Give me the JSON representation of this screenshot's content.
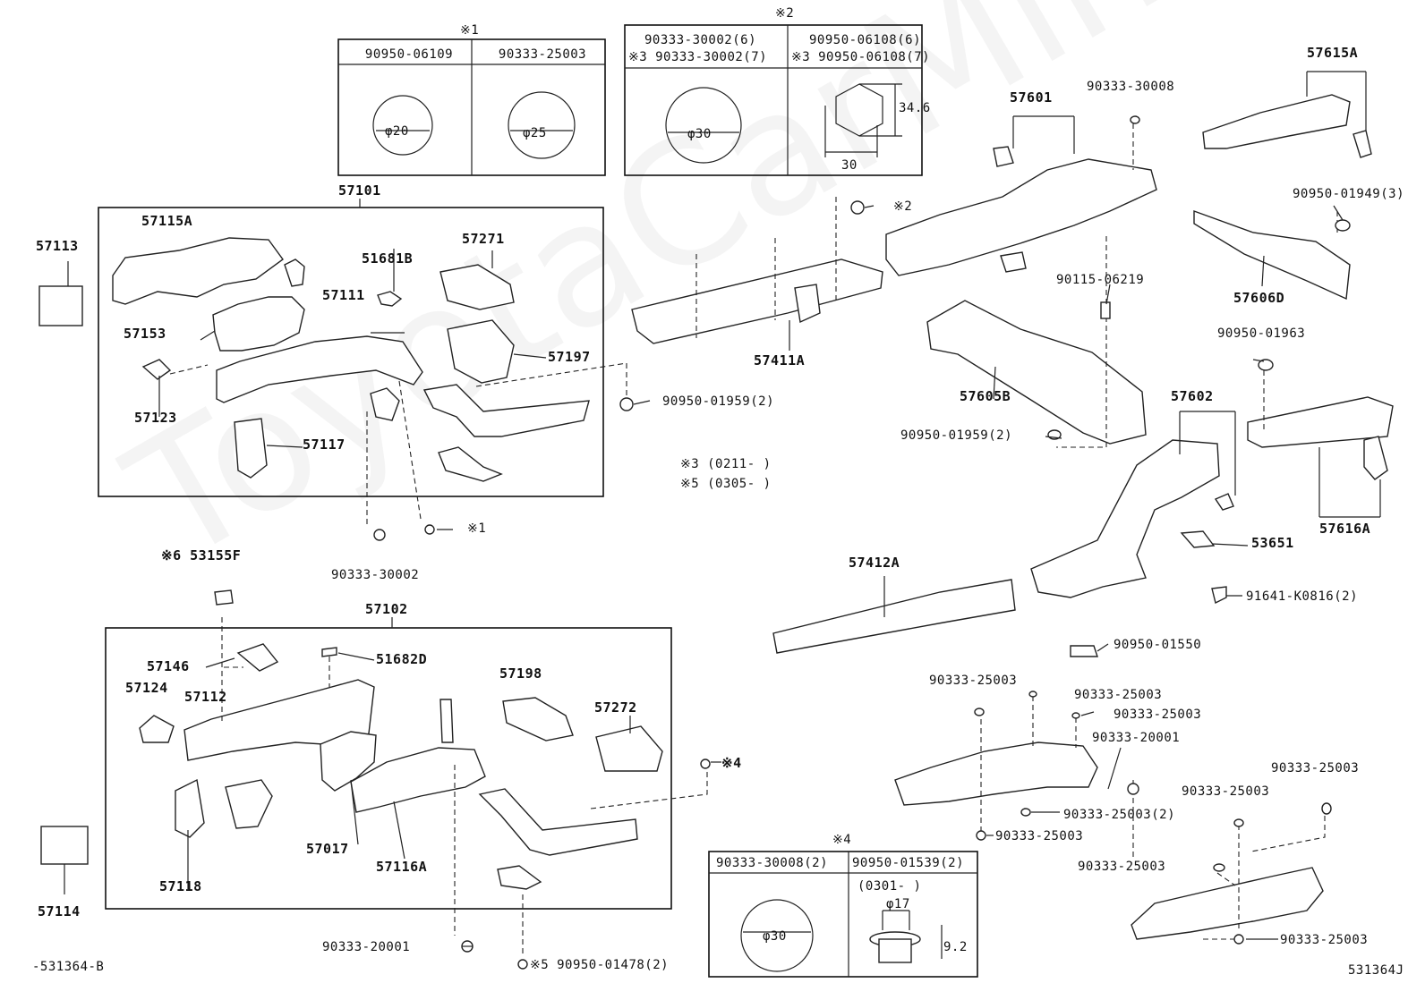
{
  "watermark": "ToyotaCarMine.ru",
  "tables": {
    "t1": {
      "mark": "※1",
      "col1": "90950-06109",
      "col2": "90333-25003",
      "dim1": "φ20",
      "dim2": "φ25"
    },
    "t2": {
      "mark": "※2",
      "col1a": "90333-30002(6)",
      "col1b": "※3 90333-30002(7)",
      "col2a": "90950-06108(6)",
      "col2b": "※3 90950-06108(7)",
      "dim1": "φ30",
      "dim_h": "34.6",
      "dim_w": "30"
    },
    "t4": {
      "mark": "※4",
      "col1": "90333-30008(2)",
      "col2": "90950-01539(2)",
      "note": "(0301-        )",
      "dim1": "φ30",
      "dim2": "φ17",
      "dim3": "9.2"
    }
  },
  "notes": {
    "n3": "※3  (0211-        )",
    "n5": "※5  (0305-        )"
  },
  "labels": {
    "p57101": "57101",
    "p57102": "57102",
    "p57113": "57113",
    "p57114": "57114",
    "p57115A": "57115A",
    "p57153": "57153",
    "p57123": "57123",
    "p57117": "57117",
    "p51681B": "51681B",
    "p57111": "57111",
    "p57271": "57271",
    "p57197": "57197",
    "p90333_30002": "90333-30002",
    "p_x1": "※1",
    "p_x2": "※2",
    "p53155F": "※6 53155F",
    "p57146": "57146",
    "p51682D": "51682D",
    "p57124": "57124",
    "p57112": "57112",
    "p57198": "57198",
    "p57272": "57272",
    "p_x4": "※4",
    "p57017": "57017",
    "p57116A": "57116A",
    "p57118": "57118",
    "p90333_20001": "90333-20001",
    "p_x5": "※5 90950-01478(2)",
    "p57411A": "57411A",
    "p90950_01959a": "90950-01959(2)",
    "p57601": "57601",
    "p90333_30008": "90333-30008",
    "p57615A": "57615A",
    "p90950_01949": "90950-01949(3)",
    "p57606D": "57606D",
    "p90115": "90115-06219",
    "p57605B": "57605B",
    "p90950_01963": "90950-01963",
    "p90950_01959b": "90950-01959(2)",
    "p57602": "57602",
    "p57616A": "57616A",
    "p53651": "53651",
    "p91641": "91641-K0816(2)",
    "p57412A": "57412A",
    "p90950_01550": "90950-01550",
    "r1": "90333-25003",
    "r2": "90333-25003",
    "r3": "90333-25003",
    "r4": "90333-20001",
    "r5": "90333-25003(2)",
    "r6": "90333-25003",
    "s1": "90333-25003",
    "s2": "90333-25003",
    "s3": "90333-25003",
    "s4": "90333-25003"
  },
  "footer": {
    "left": "-531364-B",
    "right": "531364J"
  }
}
